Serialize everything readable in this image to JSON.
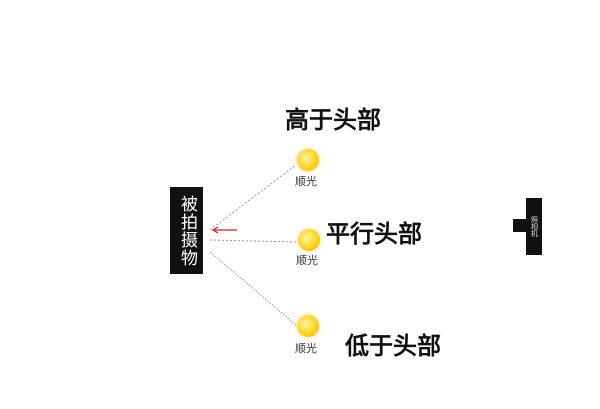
{
  "subject": {
    "label": "被拍摄物"
  },
  "positions": [
    {
      "heading": "高于头部",
      "light_label": "顺光"
    },
    {
      "heading": "平行头部",
      "light_label": "顺光"
    },
    {
      "heading": "低于头部",
      "light_label": "顺光"
    }
  ],
  "camera": {
    "label": "照相机"
  },
  "colors": {
    "arrow": "#d62020",
    "lines": "#999999",
    "sun": "#ffd21f",
    "box": "#111111"
  },
  "icons": {
    "light_source": "sun-icon",
    "direction": "arrow-left-icon",
    "camera": "camera-icon"
  }
}
